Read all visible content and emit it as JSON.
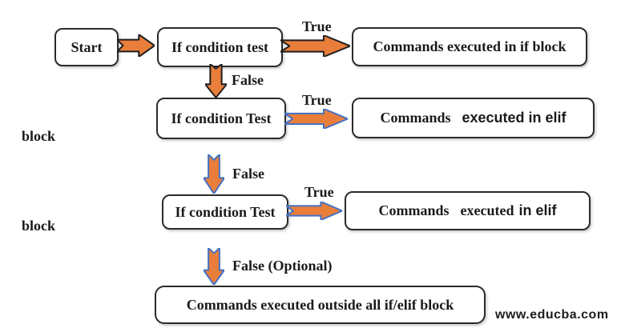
{
  "colors": {
    "arrow_fill": "#E97E3B",
    "arrow_outline_dark": "#1F1F1F",
    "arrow_outline_blue": "#4472C4",
    "box_border": "#2B2B2B",
    "text": "#1A1A1A"
  },
  "nodes": {
    "start": "Start",
    "if_test_1": "If condition test",
    "if_block_result": "Commands executed in if block",
    "if_test_2": "If condition Test",
    "elif_result_1": {
      "word1": "Commands",
      "word2": "executed in elif"
    },
    "elif_wrap_1": "block",
    "if_test_3": "If condition Test",
    "elif_result_2": {
      "word1": "Commands",
      "word2": "executed",
      "word3": "in elif"
    },
    "elif_wrap_2": "block",
    "outside_result": "Commands executed outside all if/elif block"
  },
  "labels": {
    "true_1": "True",
    "false_1": "False",
    "true_2": "True",
    "false_2": "False",
    "true_3": "True",
    "false_3": "False (Optional)"
  },
  "watermark": "www.educba.com"
}
